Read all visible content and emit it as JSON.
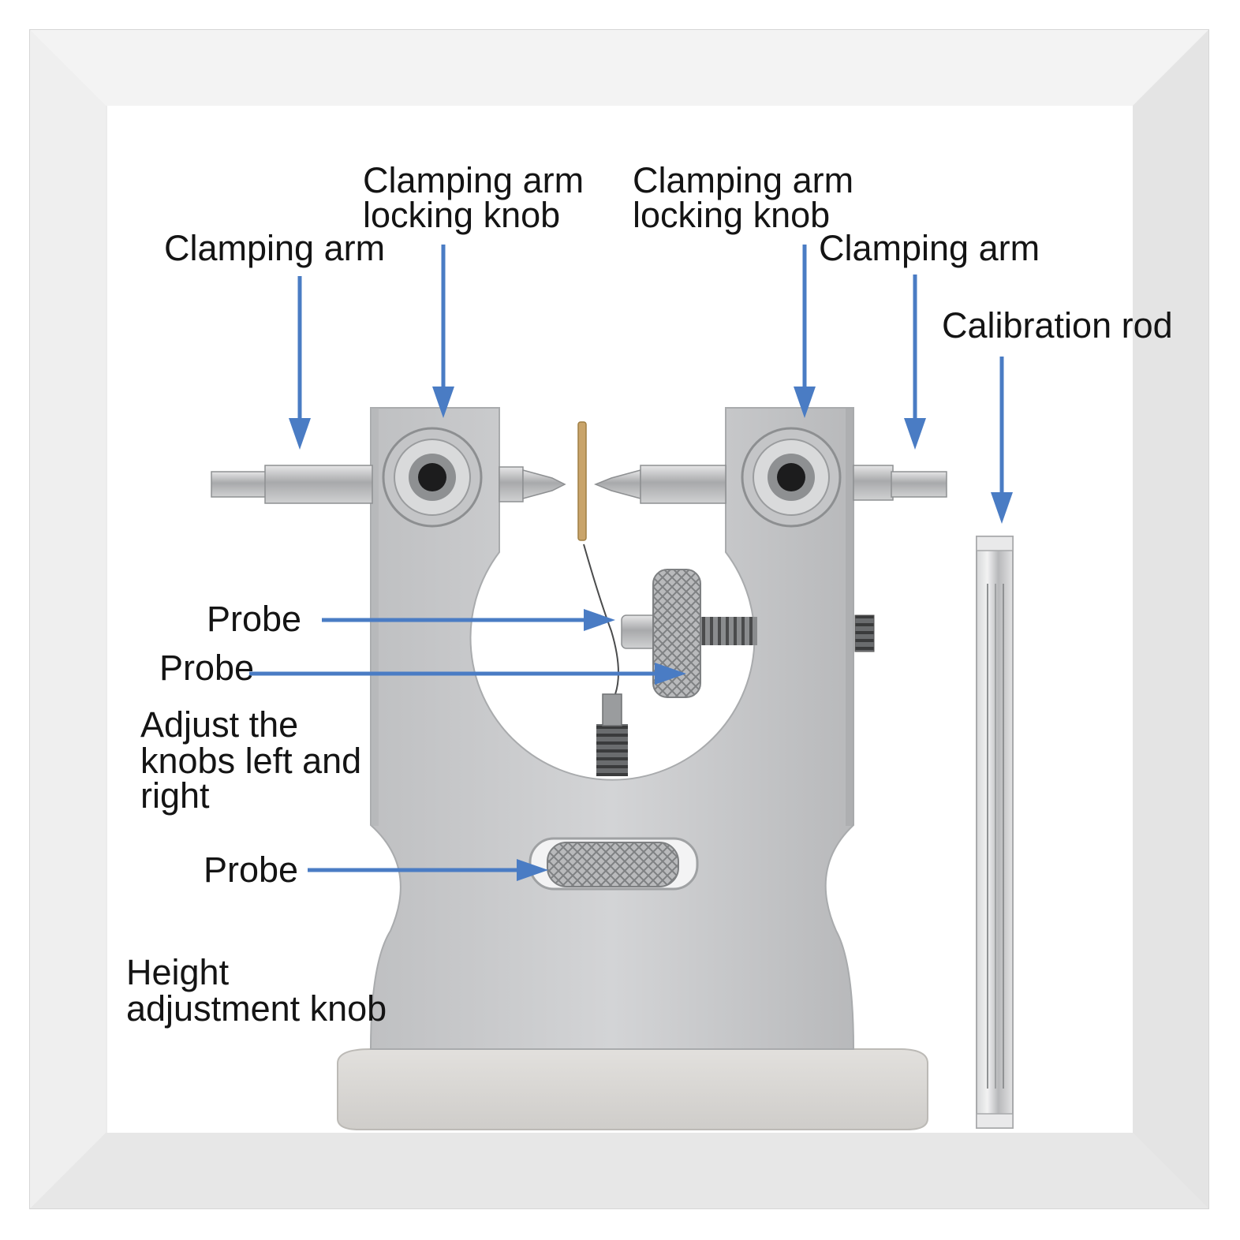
{
  "labels": {
    "clamping_arm_left": "Clamping arm",
    "locking_knob_left": [
      "Clamping arm",
      "locking knob"
    ],
    "locking_knob_right": [
      "Clamping arm",
      "locking knob"
    ],
    "clamping_arm_right": "Clamping arm",
    "calibration_rod": "Calibration rod",
    "probe_1": "Probe",
    "probe_2": "Probe",
    "adjust_knobs": [
      "Adjust the",
      "knobs left and",
      "right"
    ],
    "probe_3": "Probe",
    "height_knob": [
      "Height",
      "adjustment knob"
    ]
  },
  "colors": {
    "arrow": "#4a7cc4",
    "frame_outer": "#ececec",
    "frame_inner": "#f6f6f6",
    "metal": "#c9cacb",
    "metal_dark": "#9a9c9e",
    "base": "#d8d6d3",
    "brass": "#c9a46a"
  }
}
